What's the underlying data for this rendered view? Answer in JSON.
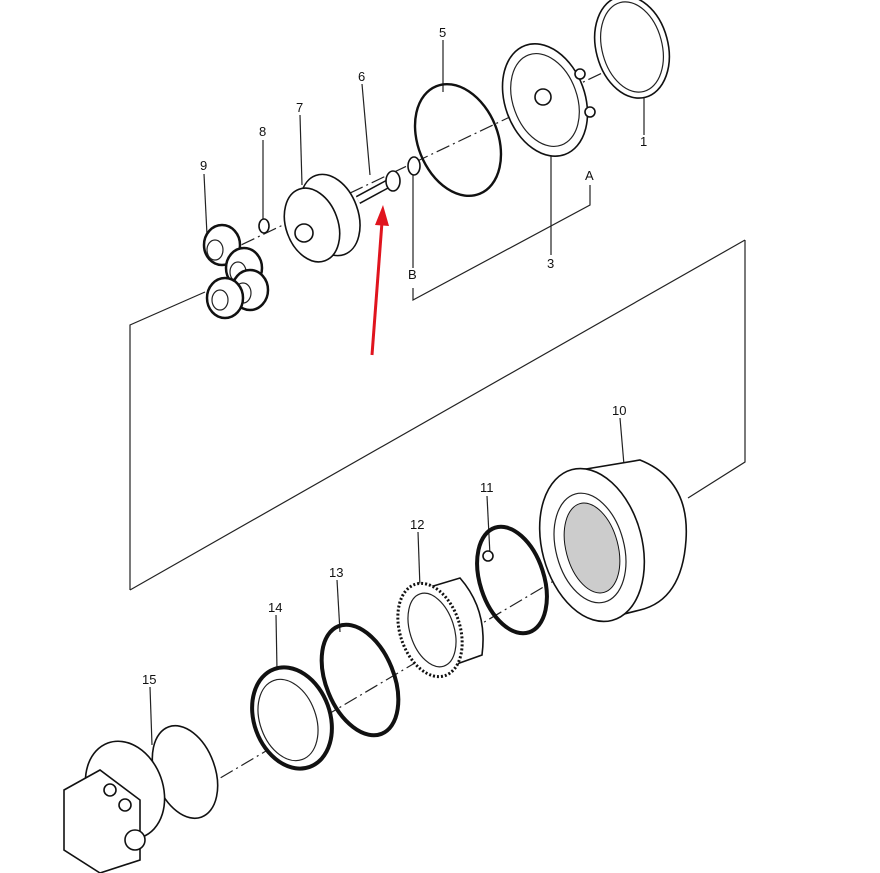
{
  "diagram": {
    "callouts": {
      "p1": "1",
      "p3": "3",
      "p5": "5",
      "p6": "6",
      "p7": "7",
      "p8": "8",
      "p9": "9",
      "p10": "10",
      "p11": "11",
      "p12": "12",
      "p13": "13",
      "p14": "14",
      "p15": "15",
      "ref_a": "A",
      "ref_b": "B"
    },
    "highlight_color": "#e0141e"
  }
}
